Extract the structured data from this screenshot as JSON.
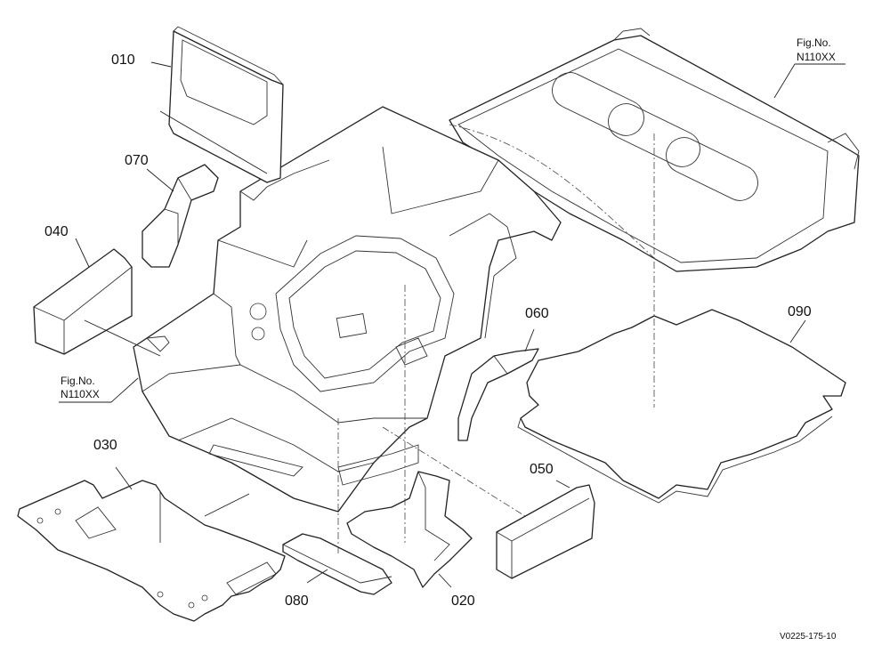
{
  "callouts": {
    "p010": "010",
    "p020": "020",
    "p030": "030",
    "p040": "040",
    "p050": "050",
    "p060": "060",
    "p070": "070",
    "p080": "080",
    "p090": "090"
  },
  "fig_refs": {
    "top_right": {
      "line1": "Fig.No.",
      "line2": "N110XX"
    },
    "left": {
      "line1": "Fig.No.",
      "line2": "N110XX"
    }
  },
  "footer": {
    "drawing_code": "V0225-175-10"
  }
}
